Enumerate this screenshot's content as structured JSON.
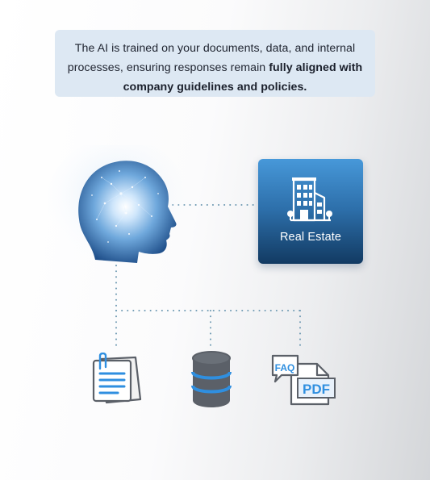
{
  "description": {
    "text_before": "The AI is trained on your documents, data, and internal processes, ensuring responses remain ",
    "text_bold": "fully aligned with company guidelines and policies."
  },
  "real_estate_card": {
    "label": "Real Estate"
  },
  "sources": [
    {
      "icon": "notepad-icon"
    },
    {
      "icon": "database-icon"
    },
    {
      "icon": "faq-pdf-icon",
      "faq_label": "FAQ",
      "pdf_label": "PDF"
    }
  ],
  "colors": {
    "accent_blue": "#2f8fe0",
    "card_top": "#4798d9",
    "card_bottom": "#123a62",
    "connector_dots": "#6f9ab3",
    "icon_gray": "#5b6068"
  }
}
